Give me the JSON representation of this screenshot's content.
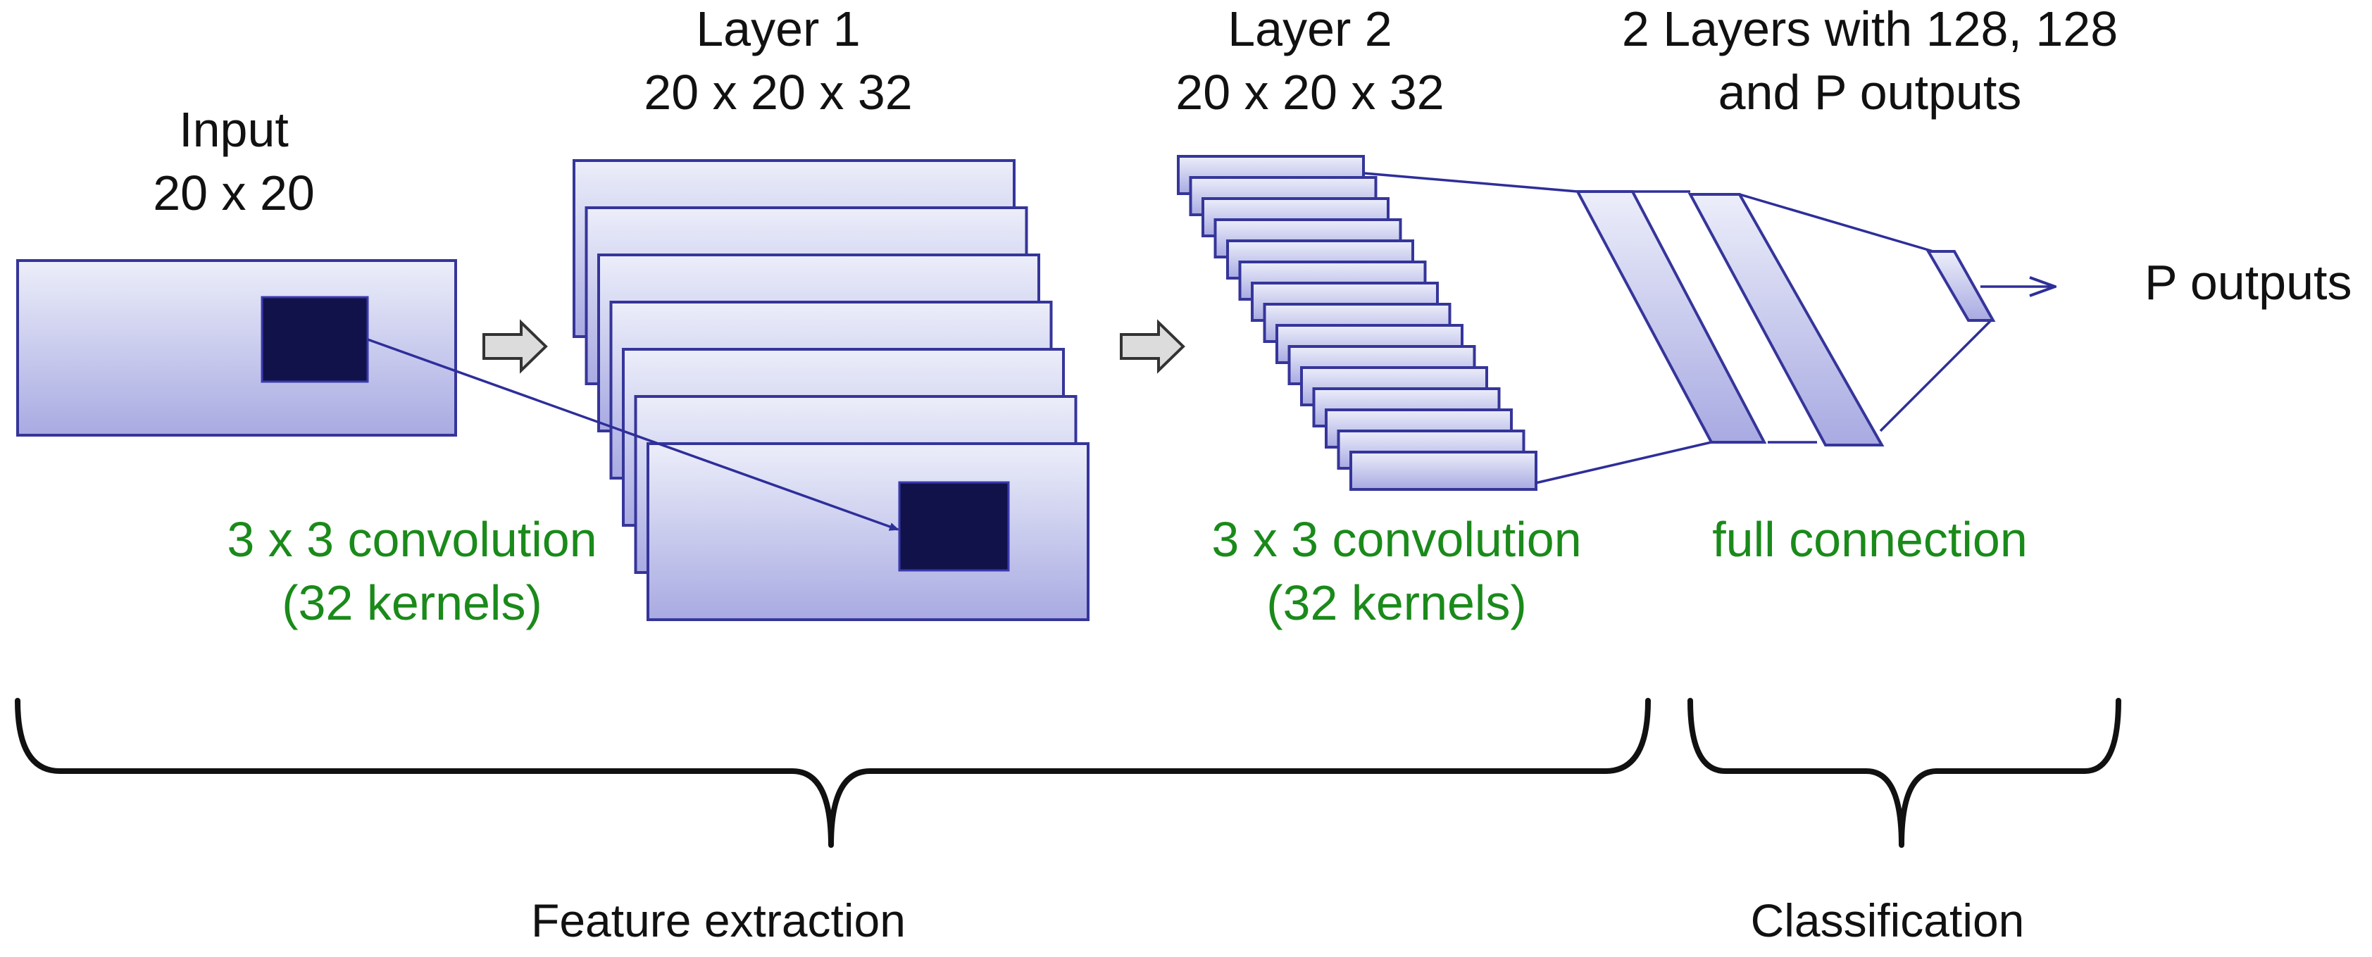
{
  "input": {
    "title": "Input",
    "size": "20 x 20"
  },
  "layer1": {
    "title": "Layer 1",
    "size": "20 x 20 x 32"
  },
  "layer2": {
    "title": "Layer 2",
    "size": "20 x 20 x 32"
  },
  "fc_layers": {
    "line1": "2 Layers with 128, 128",
    "line2": "and P outputs"
  },
  "outputs_label": "P outputs",
  "conv1": {
    "line1": "3 x 3 convolution",
    "line2": "(32 kernels)"
  },
  "conv2": {
    "line1": "3 x 3 convolution",
    "line2": "(32 kernels)"
  },
  "fc_connection": "full connection",
  "sections": {
    "feature": "Feature extraction",
    "classification": "Classification"
  },
  "colors": {
    "map_top": "#eceefa",
    "map_bottom": "#a8aae2",
    "kernel": "#12124a",
    "annotation": "#1a8a1a"
  }
}
